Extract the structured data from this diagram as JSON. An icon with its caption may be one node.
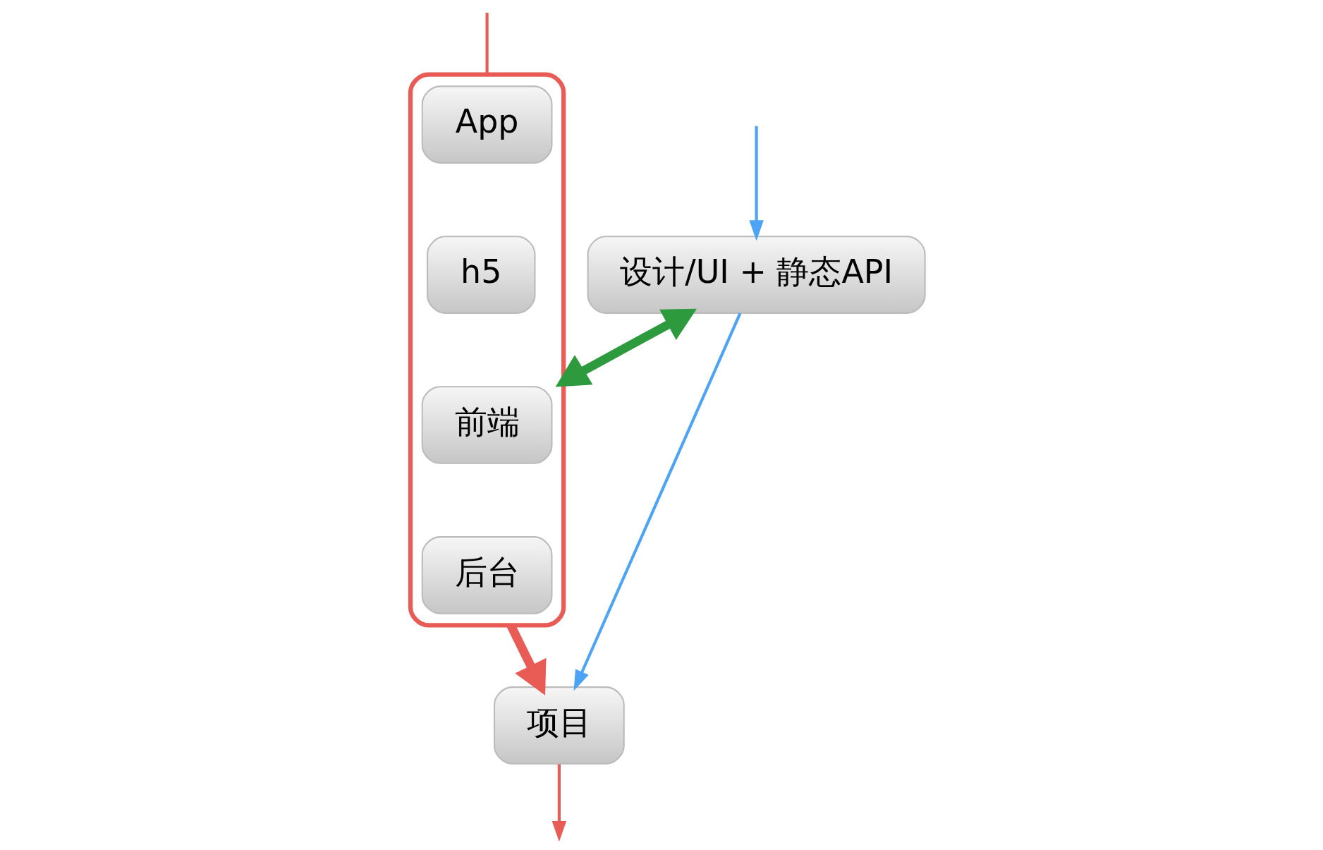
{
  "diagram": {
    "nodes": [
      {
        "text": [
          "设计/UI + 静态API"
        ]
      },
      {
        "text": [],
        "shape": "box"
      },
      {
        "text": [
          "App"
        ],
        "in": 1
      },
      {
        "text": [
          "h5"
        ],
        "in": 1
      },
      {
        "text": [
          "前端"
        ],
        "in": 1
      },
      {
        "text": [
          "后台"
        ],
        "in": 1
      },
      {
        "text": [
          "项目"
        ]
      }
    ],
    "edges": [
      {
        "from": null,
        "to": 0,
        "arrow": "to",
        "color": "#4da3f5"
      },
      {
        "from": null,
        "to": 1,
        "arrow": "none",
        "color": "#e85c55"
      },
      {
        "from": 0,
        "to": 1,
        "arrow": "both",
        "style": "thick",
        "color": "#2e9a3e"
      },
      {
        "from": 1,
        "to": 6,
        "arrow": "to",
        "style": "thick",
        "color": "#e85c55"
      },
      {
        "from": 0,
        "to": 6,
        "arrow": "to",
        "color": "#4da3f5"
      },
      {
        "from": 6,
        "to": null,
        "arrow": "to",
        "color": "#e85c55"
      }
    ]
  }
}
